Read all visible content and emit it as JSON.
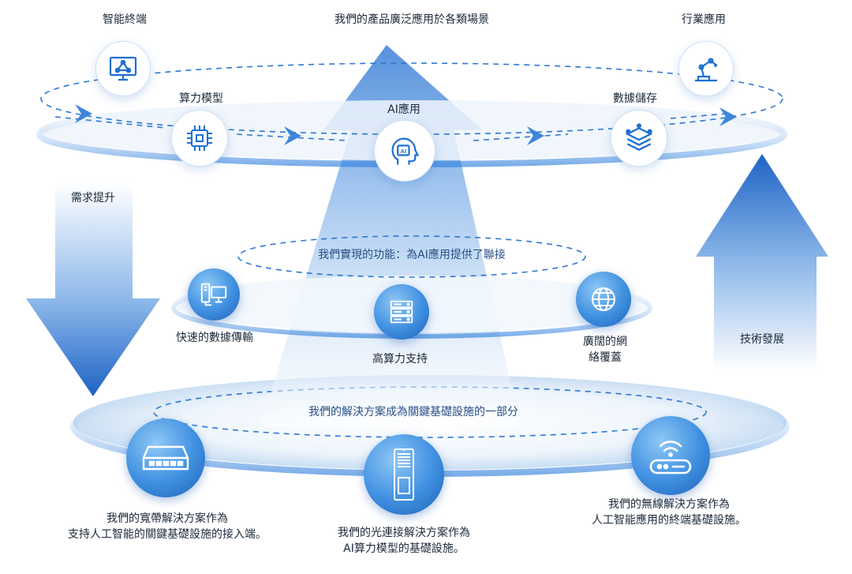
{
  "labels": {
    "top_title": "我們的產品廣泛應用於各類場景",
    "smart_terminal": "智能終端",
    "industry_app": "行業應用",
    "compute_model": "算力模型",
    "data_storage": "數據儲存",
    "ai_app": "AI應用",
    "demand_up": "需求提升",
    "tech_dev": "技術發展",
    "mid_title": "我們實現的功能：為AI應用提供了聯接",
    "fast_data": "快速的數據傳輸",
    "high_compute": "高算力支持",
    "wide_net_1": "廣闊的網",
    "wide_net_2": "絡覆蓋",
    "bottom_title": "我們的解決方案成為關鍵基礎設施的一部分",
    "broadband_1": "我們的寬帶解決方案作為",
    "broadband_2": "支持人工智能的關鍵基礎設施的接入端。",
    "optical_1": "我們的光連接解決方案作為",
    "optical_2": "AI算力模型的基礎設施。",
    "wireless_1": "我們的無線解決方案作為",
    "wireless_2": "人工智能應用的終端基礎設施。"
  },
  "icons": {
    "smart_terminal": "monitor-network-icon",
    "industry_app": "robot-arm-icon",
    "compute_model": "chip-icon",
    "data_storage": "layers-icon",
    "ai_app": "ai-head-icon",
    "fast_data": "computer-transfer-icon",
    "high_compute": "server-icon",
    "wide_net": "globe-icon",
    "broadband": "switch-icon",
    "optical": "optical-module-icon",
    "wireless": "router-wifi-icon"
  },
  "colors": {
    "primary": "#1f6fd1",
    "icon_stroke": "#1e6fd0",
    "ring_light": "#e7f1fb",
    "text": "#1c2a3a"
  }
}
